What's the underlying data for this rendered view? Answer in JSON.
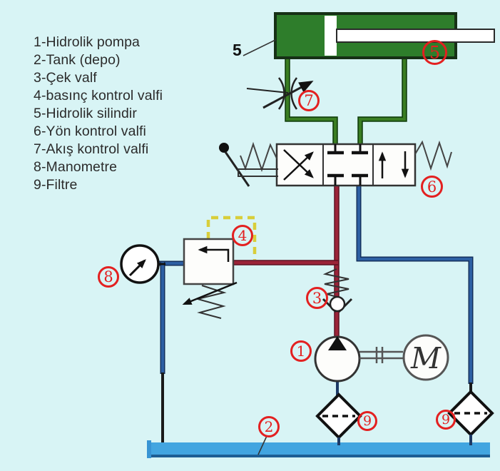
{
  "legend": {
    "items": [
      "1-Hidrolik pompa",
      "2-Tank (depo)",
      "3-Çek valf",
      "4-basınç kontrol valfi",
      "5-Hidrolik silindir",
      "6-Yön kontrol valfi",
      "7-Akış kontrol valfi",
      "8-Manometre",
      "9-Filtre"
    ]
  },
  "labels": {
    "cylinder_pointer": "5",
    "motor": "M",
    "badges": {
      "pump": "1",
      "tank": "2",
      "check_valve": "3",
      "pressure_valve": "4",
      "cylinder": "5",
      "directional_valve": "6",
      "flow_valve": "7",
      "manometer": "8",
      "filter_left": "9",
      "filter_right": "9"
    }
  },
  "colors": {
    "background": "#d8f4f5",
    "cylinder_green": "#2e7d2b",
    "pipe_green": "#3a7d22",
    "pressure_line_red": "#9b2438",
    "return_line_blue": "#2d5fa3",
    "pilot_line_yellow": "#d8ce3a",
    "tank_blue": "#42a5e0",
    "badge_red": "#e32020",
    "text": "#2b2b2b"
  }
}
